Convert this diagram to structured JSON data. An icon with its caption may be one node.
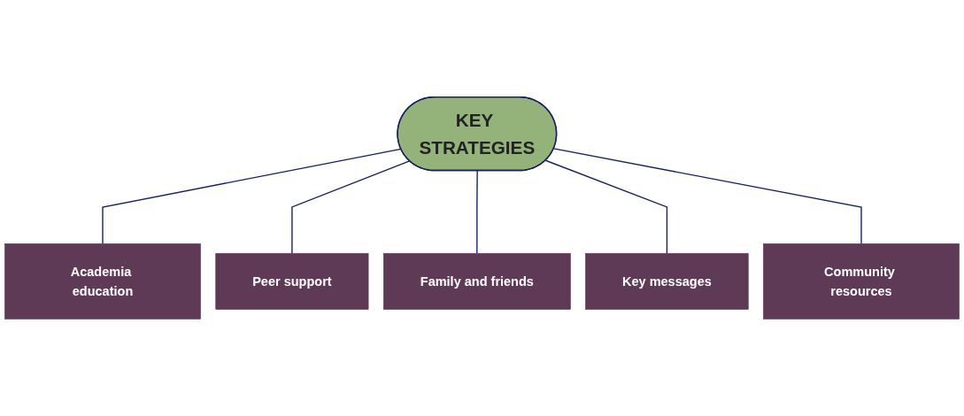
{
  "diagram": {
    "nodes": [
      {
        "text": [
          "KEY STRATEGIES"
        ]
      },
      {
        "text": [
          "Academia education"
        ]
      },
      {
        "text": [
          "Peer support"
        ]
      },
      {
        "text": [
          "Family and friends"
        ]
      },
      {
        "text": [
          "Key messages"
        ]
      },
      {
        "text": [
          "Community resources"
        ]
      }
    ],
    "edges": [
      {
        "from": 0,
        "to": 1,
        "arrow": "none"
      },
      {
        "from": 0,
        "to": 2,
        "arrow": "none"
      },
      {
        "from": 0,
        "to": 3,
        "arrow": "none"
      },
      {
        "from": 0,
        "to": 4,
        "arrow": "none"
      },
      {
        "from": 0,
        "to": 5,
        "arrow": "none"
      }
    ]
  }
}
